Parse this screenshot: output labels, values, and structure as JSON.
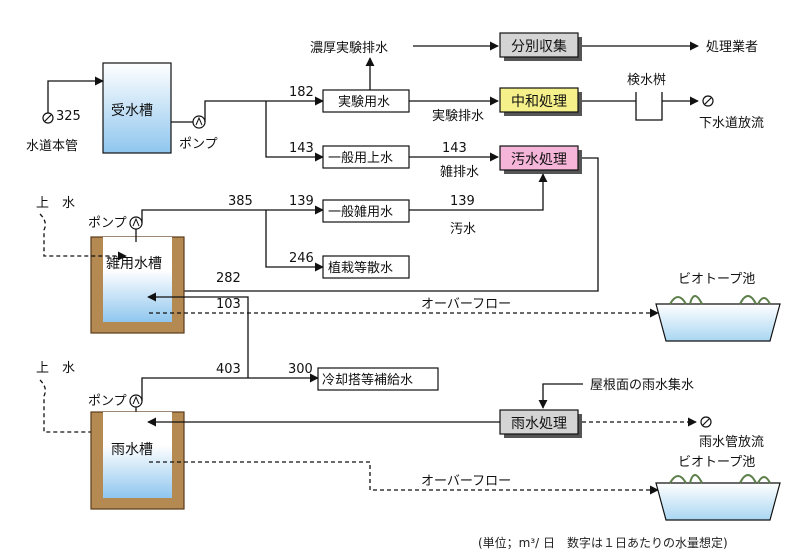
{
  "colors": {
    "water_top": "#ffffff",
    "water_bottom": "#8fc6ee",
    "tank_wall": "#b58a52",
    "tank_wall_stroke": "#5a3a1a",
    "proc_gray": "#d4d4d4",
    "proc_yellow": "#f5f08a",
    "proc_pink": "#f5b5d9",
    "proc_shadow": "#555555"
  },
  "sources": {
    "city_water": "水道本管",
    "rain1": "上　水",
    "rain2": "上　水",
    "roof_rain": "屋根面の雨水集水"
  },
  "tanks": {
    "receiving": "受水槽",
    "misc": "雑用水槽",
    "rain": "雨水槽"
  },
  "pumps": {
    "p1": "ポンプ",
    "p2": "ポンプ",
    "p3": "ポンプ"
  },
  "boxes": {
    "lab_water": "実験用水",
    "general_water": "一般用上水",
    "general_misc": "一般雑用水",
    "planting": "植栽等散水",
    "cooling": "冷却搭等補給水"
  },
  "processes": {
    "separate": "分別収集",
    "neutralize": "中和処理",
    "sewage": "汚水処理",
    "rain_treat": "雨水処理"
  },
  "labels": {
    "concentrated_waste": "濃厚実験排水",
    "disposal_company": "処理業者",
    "lab_drain": "実験排水",
    "inspection_pit": "検水桝",
    "sewer_discharge": "下水道放流",
    "misc_drain": "雑排水",
    "sewage_water": "汚水",
    "overflow1": "オーバーフロー",
    "overflow2": "オーバーフロー",
    "biotope1": "ビオトープ池",
    "biotope2": "ビオトープ池",
    "rain_discharge": "雨水管放流",
    "unit_note": "(単位；m³/ 日　数字は１日あたりの水量想定)"
  },
  "flows": {
    "inflow": "325",
    "lab": "182",
    "general": "143",
    "misc_drain": "143",
    "misc_pump": "385",
    "general_misc": "139",
    "sewage": "139",
    "planting": "246",
    "return": "282",
    "overflow": "103",
    "rain_pump": "403",
    "cooling": "300"
  }
}
